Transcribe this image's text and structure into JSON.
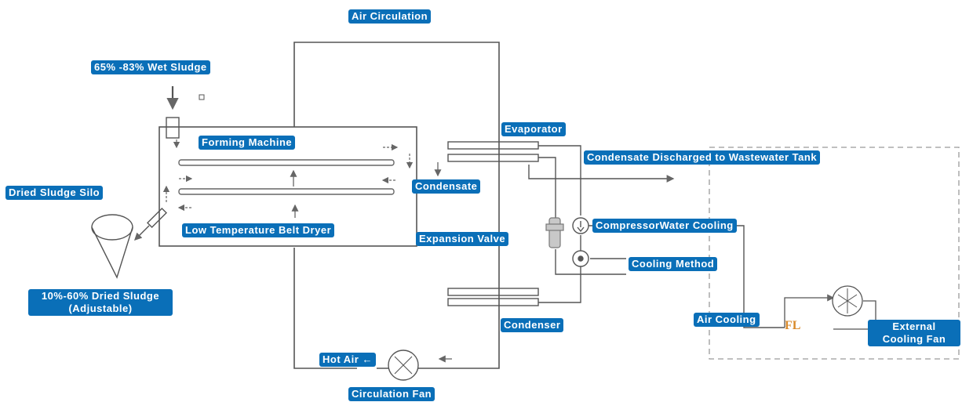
{
  "labels": {
    "air_circulation": "Air Circulation",
    "wet_sludge": "65% -83% Wet Sludge",
    "forming_machine": "Forming Machine",
    "evaporator": "Evaporator",
    "condensate_discharge": "Condensate Discharged to Wastewater Tank",
    "dried_sludge_silo": "Dried Sludge Silo",
    "condensate": "Condensate",
    "compressor_water_cooling": "CompressorWater Cooling",
    "low_temp_belt_dryer": "Low Temperature Belt Dryer",
    "expansion_valve": "Expansion Valve",
    "cooling_method": "Cooling Method",
    "dried_sludge": "10%-60% Dried Sludge",
    "adjustable": "(Adjustable)",
    "air_cooling": "Air Cooling",
    "external_cooling_fan_1": "External",
    "external_cooling_fan_2": "Cooling Fan",
    "condenser": "Condenser",
    "hot_air": "Hot Air ←",
    "circulation_fan": "Circulation Fan",
    "fl_mark": "FL"
  },
  "colors": {
    "label_bg": "#0a6fb8",
    "line": "#555555",
    "dash": "#8a8a8a",
    "fl": "#d98a2b"
  }
}
